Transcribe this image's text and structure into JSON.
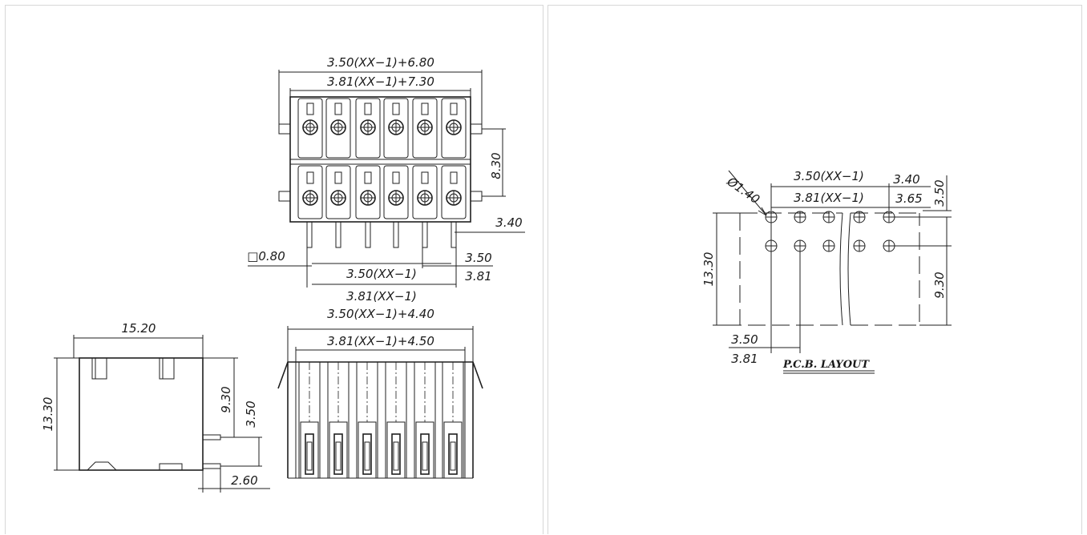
{
  "drawing": {
    "top_view": {
      "dim_outer_350": "3.50(XX−1)+6.80",
      "dim_outer_381": "3.81(XX−1)+7.30",
      "dim_height": "8.30",
      "dim_pin_offset": "3.40",
      "dim_pin_square": "□0.80",
      "dim_pitch_350": "3.50(XX−1)",
      "dim_pitch_381": "3.81(XX−1)",
      "dim_pitch_single_350": "3.50",
      "dim_pitch_single_381": "3.81"
    },
    "side_view": {
      "dim_width": "15.20",
      "dim_height": "13.30",
      "dim_row_spacing": "9.30",
      "dim_pin_spacing": "3.50",
      "dim_pin_length": "2.60"
    },
    "front_view": {
      "dim_width_350": "3.50(XX−1)+4.40",
      "dim_width_381": "3.81(XX−1)+4.50"
    },
    "pcb_layout": {
      "dim_hole_diameter": "Ø1.40",
      "dim_pitch_350": "3.50(XX−1)",
      "dim_pitch_381": "3.81(XX−1)",
      "dim_offset_340": "3.40",
      "dim_offset_365": "3.65",
      "dim_top_350": "3.50",
      "dim_height": "13.30",
      "dim_row_spacing": "9.30",
      "dim_left_350": "3.50",
      "dim_left_381": "3.81",
      "label": "P.C.B. LAYOUT"
    }
  }
}
